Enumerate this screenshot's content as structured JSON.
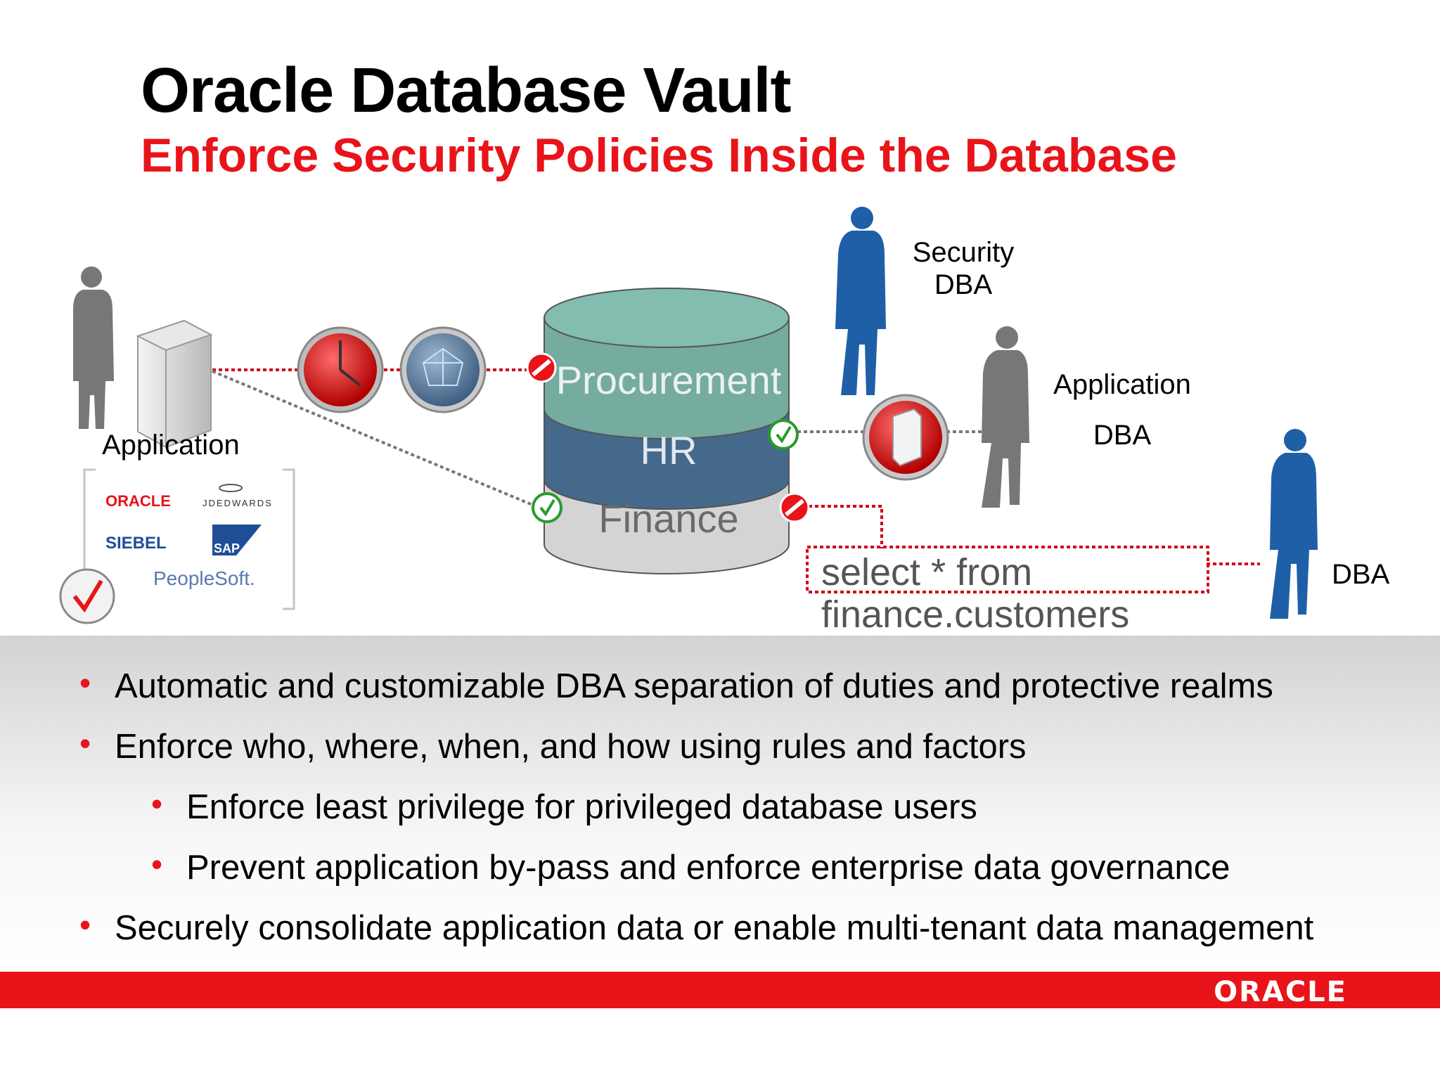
{
  "title": "Oracle Database Vault",
  "subtitle": "Enforce Security Policies Inside the Database",
  "diagram": {
    "app_label": "Application",
    "db_layers": [
      "Procurement",
      "HR",
      "Finance"
    ],
    "security_dba_line1": "Security",
    "security_dba_line2": "DBA",
    "app_dba_line1": "Application",
    "app_dba_line2": "DBA",
    "dba_label": "DBA",
    "sql_line1": "select * from",
    "sql_line2": "finance.customers",
    "logos": {
      "oracle": "ORACLE",
      "jdedwards": "JDEDWARDS",
      "siebel": "SIEBEL",
      "sap": "SAP",
      "peoplesoft": "PeopleSoft."
    }
  },
  "bullets": [
    "Automatic and customizable DBA separation of duties and protective realms",
    "Enforce who, where, when, and how using rules and factors",
    "Enforce least privilege for privileged database users",
    "Prevent application by-pass and enforce enterprise data governance",
    "Securely consolidate application data or enable multi-tenant data management"
  ],
  "footer": {
    "logo": "ORACLE"
  },
  "colors": {
    "accent": "#e8141a",
    "blue": "#1f5fa8",
    "gray": "#6b6b6b"
  }
}
